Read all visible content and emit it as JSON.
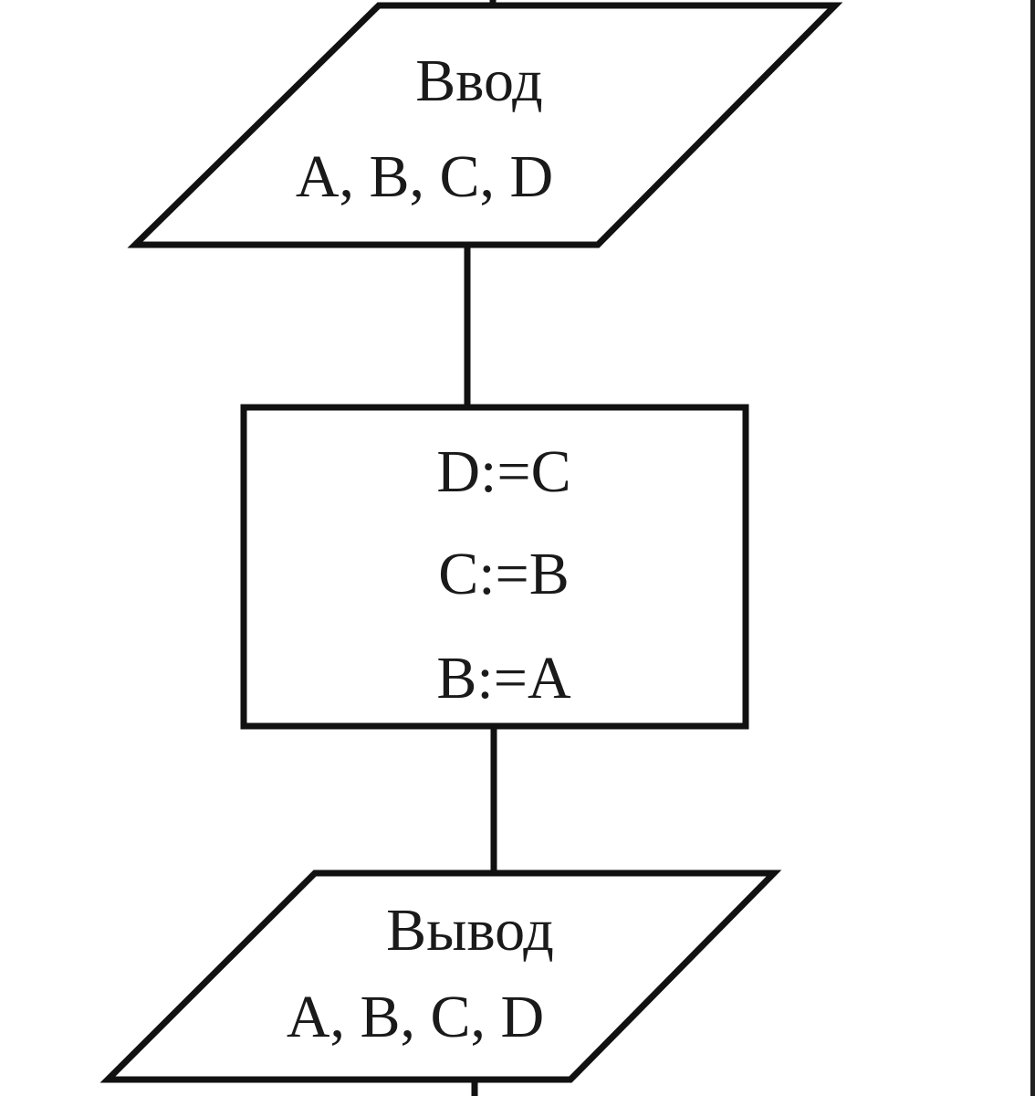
{
  "flowchart": {
    "input_block": {
      "title": "Ввод",
      "vars": "A, B, C, D"
    },
    "process_block": {
      "lines": [
        "D:=C",
        "C:=B",
        "B:=A"
      ]
    },
    "output_block": {
      "title": "Вывод",
      "vars": "A, B, C, D"
    }
  }
}
